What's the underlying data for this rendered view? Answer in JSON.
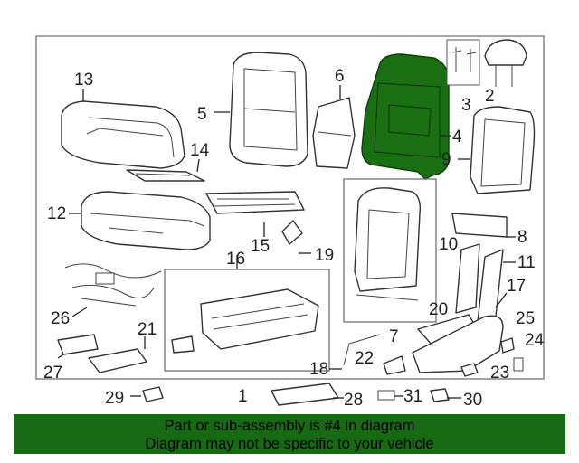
{
  "diagram": {
    "callouts": [
      "1",
      "2",
      "3",
      "4",
      "5",
      "6",
      "7",
      "8",
      "9",
      "10",
      "11",
      "12",
      "13",
      "14",
      "15",
      "16",
      "17",
      "18",
      "19",
      "20",
      "21",
      "22",
      "23",
      "24",
      "25",
      "26",
      "27",
      "28",
      "29",
      "30",
      "31"
    ],
    "highlighted_part": "4",
    "highlight_color": "#1a6f12"
  },
  "banner": {
    "line1": "Part or sub-assembly is #4 in diagram",
    "line2": "Diagram may not be specific to your vehicle",
    "color": "#176a13"
  }
}
